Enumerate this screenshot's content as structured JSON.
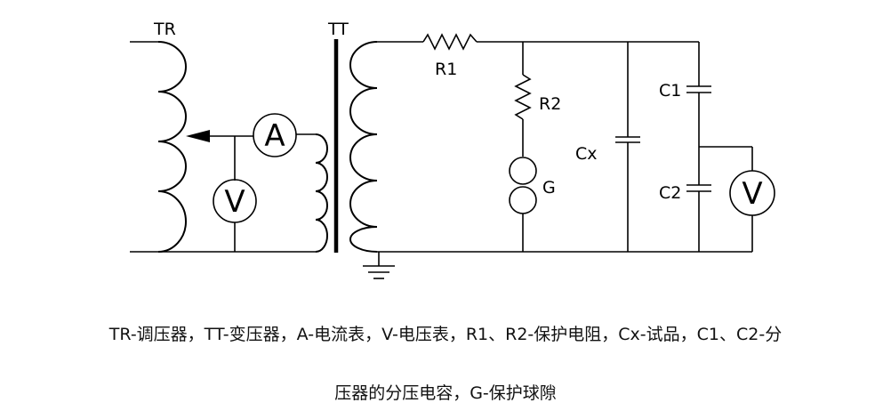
{
  "diagram": {
    "labels": {
      "tr": "TR",
      "tt": "TT",
      "r1": "R1",
      "r2": "R2",
      "g": "G",
      "cx": "Cx",
      "c1": "C1",
      "c2": "C2"
    },
    "meters": {
      "ammeter": "A",
      "voltmeter_left": "V",
      "voltmeter_right": "V"
    }
  },
  "caption": {
    "line1": "TR-调压器，TT-变压器，A-电流表，V-电压表，R1、R2-保护电阻，Cx-试品，C1、C2-分",
    "line2": "压器的分压电容，G-保护球隙"
  }
}
